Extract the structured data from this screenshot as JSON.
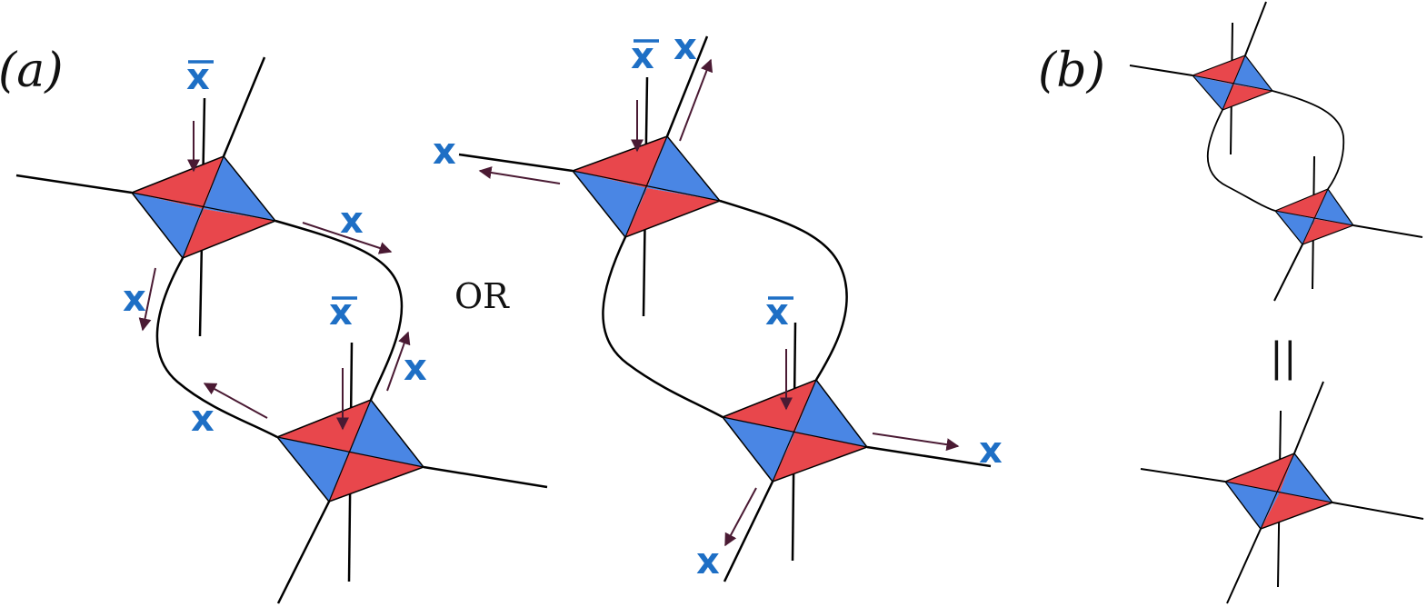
{
  "colors": {
    "red": "#E8474C",
    "blue": "#4A86E4",
    "label": "#1E6FC5",
    "arrow": "#4A1A33",
    "line": "#000000"
  },
  "panels": {
    "a": {
      "label": "(a)"
    },
    "b": {
      "label": "(b)"
    }
  },
  "connector": {
    "or_text": "OR"
  },
  "equality": {
    "symbol": "||"
  },
  "labels": {
    "x": "x",
    "xbar": "x"
  }
}
